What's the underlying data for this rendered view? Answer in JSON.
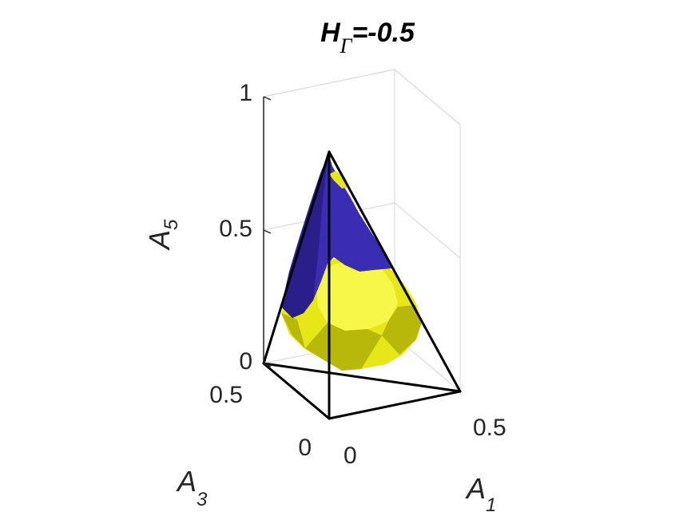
{
  "chart_data": {
    "type": "surface3d",
    "title": {
      "main": "H",
      "sub": "Γ",
      "rest": "=-0.5"
    },
    "axes": {
      "x": {
        "label": "A",
        "label_sub": "1",
        "lim": [
          0,
          0.5
        ],
        "ticks": [
          0,
          0.5
        ],
        "tick_labels": [
          "0",
          "0.5"
        ]
      },
      "y": {
        "label": "A",
        "label_sub": "3",
        "lim": [
          0,
          0.5
        ],
        "ticks": [
          0,
          0.5
        ],
        "tick_labels": [
          "0",
          "0.5"
        ]
      },
      "z": {
        "label": "A",
        "label_sub": "5",
        "lim": [
          0,
          1
        ],
        "ticks": [
          0,
          0.5,
          1
        ],
        "tick_labels": [
          "0",
          "0.5",
          "1"
        ]
      }
    },
    "grid": true,
    "simplex": {
      "vertices": [
        [
          0,
          0,
          0
        ],
        [
          0.5,
          0,
          0
        ],
        [
          0,
          0.5,
          0
        ],
        [
          0,
          0,
          1
        ]
      ],
      "edge_color": "#000000"
    },
    "regions": [
      {
        "color": "#3b2db3",
        "note": "upper region"
      },
      {
        "color": "#e6e619",
        "note": "lower region"
      }
    ],
    "colors": {
      "yellow": "#e6e619",
      "yellow_light": "#f7f74a",
      "yellow_dark": "#b8b80a",
      "blue": "#3b2db3",
      "blue_dark": "#2a1f8a"
    }
  }
}
